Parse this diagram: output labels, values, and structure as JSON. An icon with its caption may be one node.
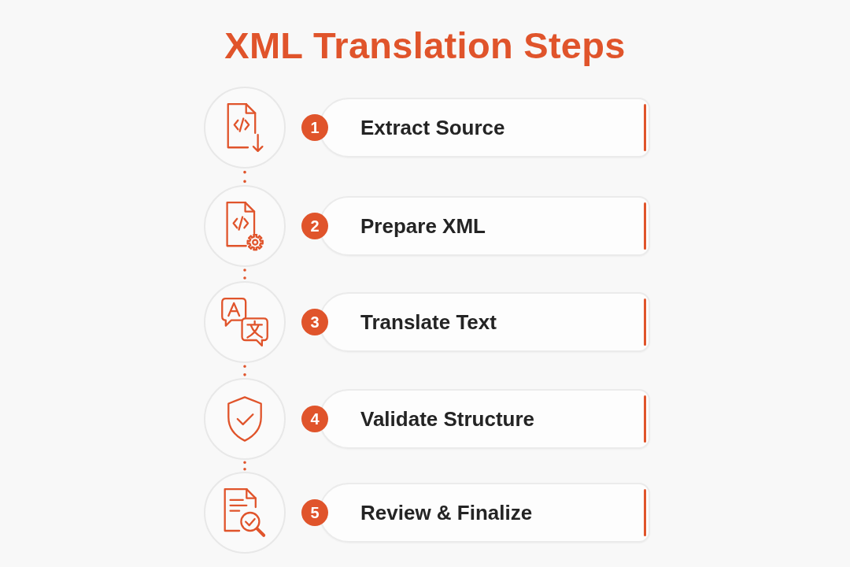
{
  "diagram": {
    "title": "XML Translation Steps",
    "nodes": [
      {
        "text": [],
        "shape": "circle"
      },
      {
        "text": [
          "1"
        ]
      },
      {
        "text": [
          "Extract Source"
        ]
      },
      {
        "text": [],
        "shape": "circle"
      },
      {
        "text": [
          "2"
        ]
      },
      {
        "text": [
          "Prepare XML"
        ]
      },
      {
        "text": [],
        "shape": "circle"
      },
      {
        "text": [
          "3"
        ]
      },
      {
        "text": [
          "Translate Text"
        ]
      },
      {
        "text": [],
        "shape": "circle"
      },
      {
        "text": [
          "4"
        ]
      },
      {
        "text": [
          "Validate Structure"
        ]
      },
      {
        "text": [],
        "shape": "circle"
      },
      {
        "text": [
          "5"
        ]
      },
      {
        "text": [
          "Review & Finalize"
        ]
      }
    ],
    "edges": [
      {
        "from": 0,
        "to": 3,
        "arrow": "none",
        "style": "dashed"
      },
      {
        "from": 3,
        "to": 6,
        "arrow": "none",
        "style": "dashed"
      },
      {
        "from": 6,
        "to": 9,
        "arrow": "none",
        "style": "dashed"
      },
      {
        "from": 9,
        "to": 12,
        "arrow": "none",
        "style": "dashed"
      }
    ]
  }
}
